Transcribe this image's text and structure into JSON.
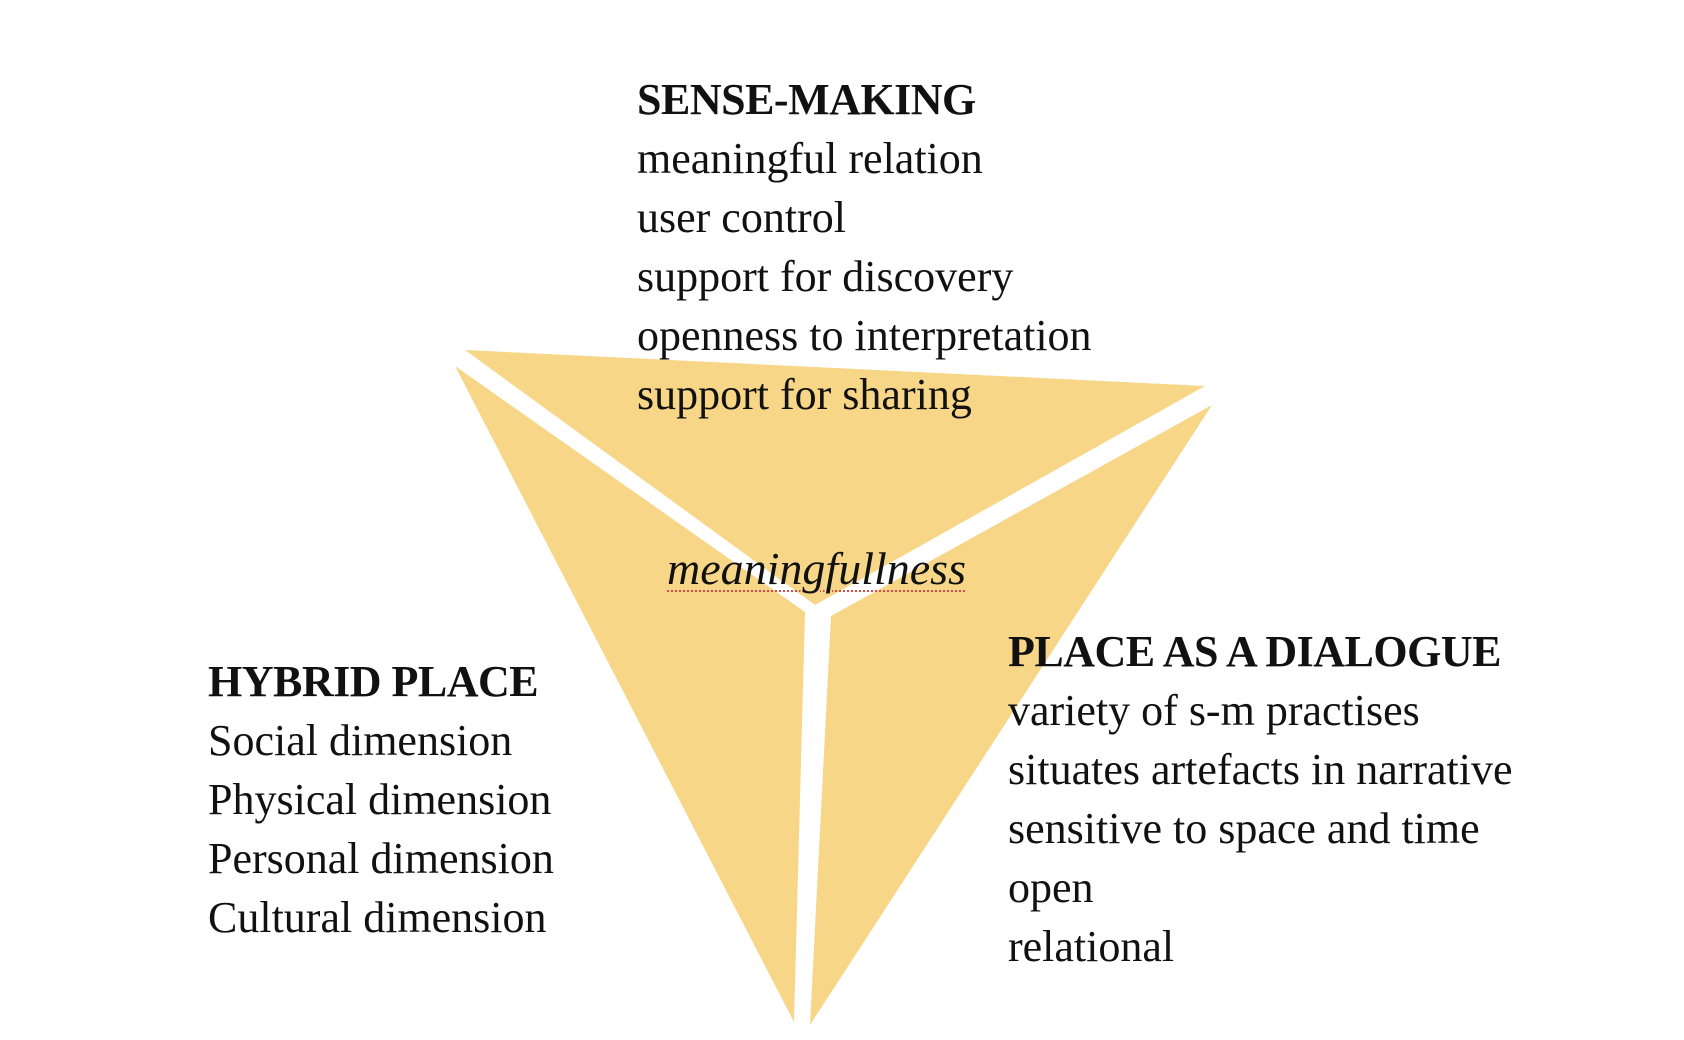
{
  "colors": {
    "segment_fill": "#F8D687",
    "divider": "#ffffff",
    "text": "#111111",
    "spellcheck_underline": "#d24a4a"
  },
  "center": {
    "label": "meaningfullness"
  },
  "sense_making": {
    "heading": "SENSE-MAKING",
    "items": [
      "meaningful relation",
      "user control",
      "support for discovery",
      "openness to interpretation",
      "support for sharing"
    ]
  },
  "hybrid_place": {
    "heading": "HYBRID PLACE",
    "items": [
      "Social dimension",
      "Physical dimension",
      "Personal dimension",
      "Cultural dimension"
    ]
  },
  "place_as_dialogue": {
    "heading": "PLACE AS A DIALOGUE",
    "items": [
      "variety of s-m practises",
      "situates artefacts in narrative",
      "sensitive to space and time",
      "open",
      "relational"
    ]
  }
}
